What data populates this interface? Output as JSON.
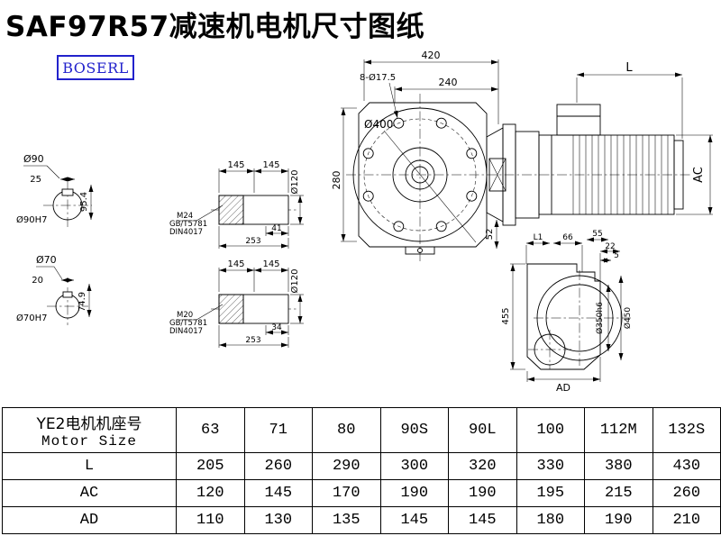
{
  "page": {
    "title": "SAF97R57减速机电机尺寸图纸"
  },
  "logo": {
    "text": "BOSERL",
    "color": "#2222cc"
  },
  "drawing": {
    "front_view": {
      "overall_width": "420",
      "bolt_holes": "8-Ø17.5",
      "bolt_spacing": "240",
      "flange_dia": "Ø400",
      "height": "280",
      "foot_offset": "52"
    },
    "motor": {
      "length_label": "L",
      "height_label": "AC"
    },
    "shaft_end_large": {
      "dia": "Ø90",
      "key_width": "25",
      "bore_depth": "95.4",
      "bore": "Ø90H7"
    },
    "shaft_end_small": {
      "dia": "Ø70",
      "key_width": "20",
      "bore_depth": "74.9",
      "bore": "Ø70H7"
    },
    "shaft_side_large": {
      "seg1": "145",
      "seg2": "145",
      "dia": "Ø120",
      "thread": "M24",
      "std1": "GB/T5781",
      "std2": "DIN4017",
      "thread_len": "41",
      "total_len": "253"
    },
    "shaft_side_small": {
      "seg1": "145",
      "seg2": "145",
      "dia": "Ø120",
      "thread": "M20",
      "std1": "GB/T5781",
      "std2": "DIN4017",
      "thread_len": "34",
      "total_len": "253"
    },
    "side_view": {
      "height": "455",
      "spigot_dia": "Ø350h6",
      "flange_dia": "Ø450",
      "width_label": "AD",
      "l1": "L1",
      "d1": "66",
      "d2": "55",
      "d3": "22",
      "d4": "5"
    }
  },
  "table": {
    "header_cn": "YE2电机机座号",
    "header_en": "Motor Size",
    "sizes": [
      "63",
      "71",
      "80",
      "90S",
      "90L",
      "100",
      "112M",
      "132S"
    ],
    "rows": [
      {
        "label": "L",
        "values": [
          "205",
          "260",
          "290",
          "300",
          "320",
          "330",
          "380",
          "430"
        ]
      },
      {
        "label": "AC",
        "values": [
          "120",
          "145",
          "170",
          "190",
          "190",
          "195",
          "215",
          "260"
        ]
      },
      {
        "label": "AD",
        "values": [
          "110",
          "130",
          "135",
          "145",
          "145",
          "180",
          "190",
          "210"
        ]
      }
    ]
  }
}
